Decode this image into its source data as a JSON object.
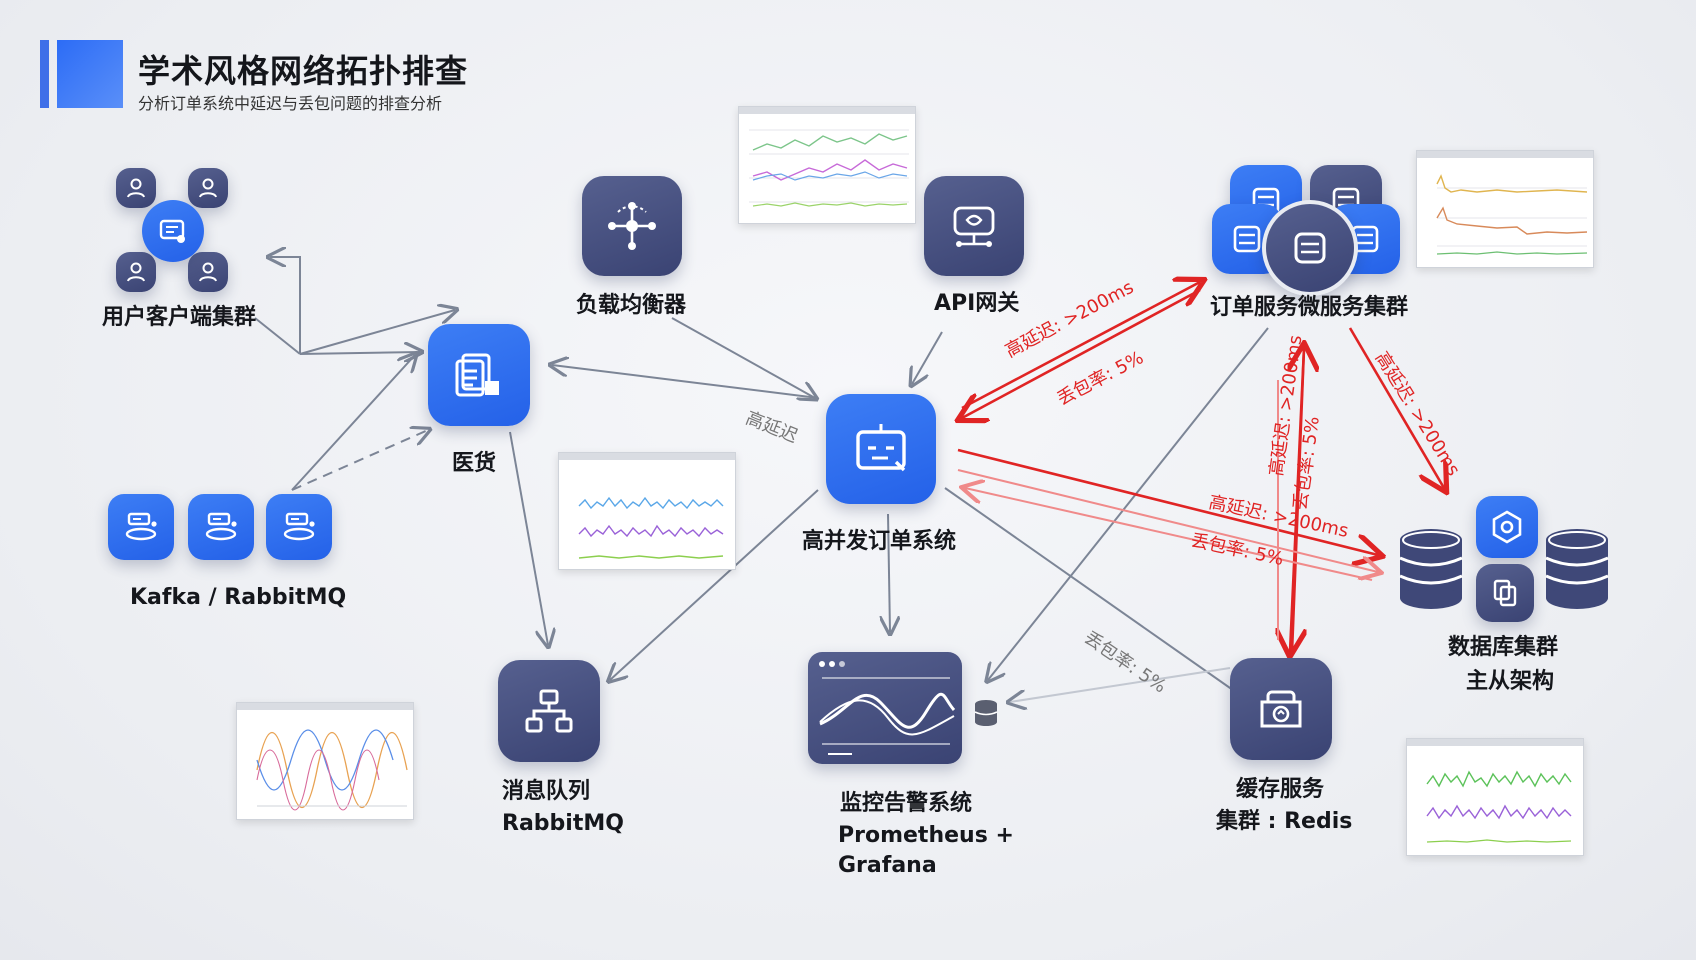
{
  "header": {
    "title": "学术风格网络拓扑排查",
    "subtitle": "分析订单系统中延迟与丢包问题的排查分析"
  },
  "nodes": {
    "users": "用户客户端集群",
    "middle": "医货",
    "mq_small": "Kafka / RabbitMQ",
    "lb": "负载均衡器",
    "gateway": "API网关",
    "core": "高并发订单系统",
    "order_ms": "订单服务微服务集群",
    "db_line1": "数据库集群",
    "db_line2": "主从架构",
    "queue_line1": "消息队列",
    "queue_line2": "RabbitMQ",
    "monitor_line1": "监控告警系统",
    "monitor_line2": "Prometheus +",
    "monitor_line3": "Grafana",
    "cache_line1": "缓存服务",
    "cache_line2": "集群 : Redis"
  },
  "annotations": {
    "latency_1": "高延迟: >200ms",
    "loss_1": "丢包率: 5%",
    "latency_2": "高延迟: >200ms",
    "loss_2": "丢包率: 5%",
    "latency_3": "高延迟: >200ms",
    "latency_4": "高延迟: >200ms",
    "loss_4": "丢包率: 5%",
    "gray_left": "高延迟",
    "gray_right": "丢包率: 5%"
  },
  "colors": {
    "accent_blue": "#2c6cf6",
    "node_navy": "#414a7c",
    "alert_red": "#e02424",
    "edge_gray": "#7c8596"
  },
  "icons": {
    "users": "users-group-icon",
    "middle": "document-stack-icon",
    "lb": "load-balancer-icon",
    "gateway": "api-gateway-icon",
    "core": "order-system-icon",
    "queue": "sitemap-icon",
    "monitor": "monitor-chart-icon",
    "cache": "cache-server-icon",
    "order_ms": "database-cluster-icon",
    "db": "database-cylinder-icon"
  }
}
